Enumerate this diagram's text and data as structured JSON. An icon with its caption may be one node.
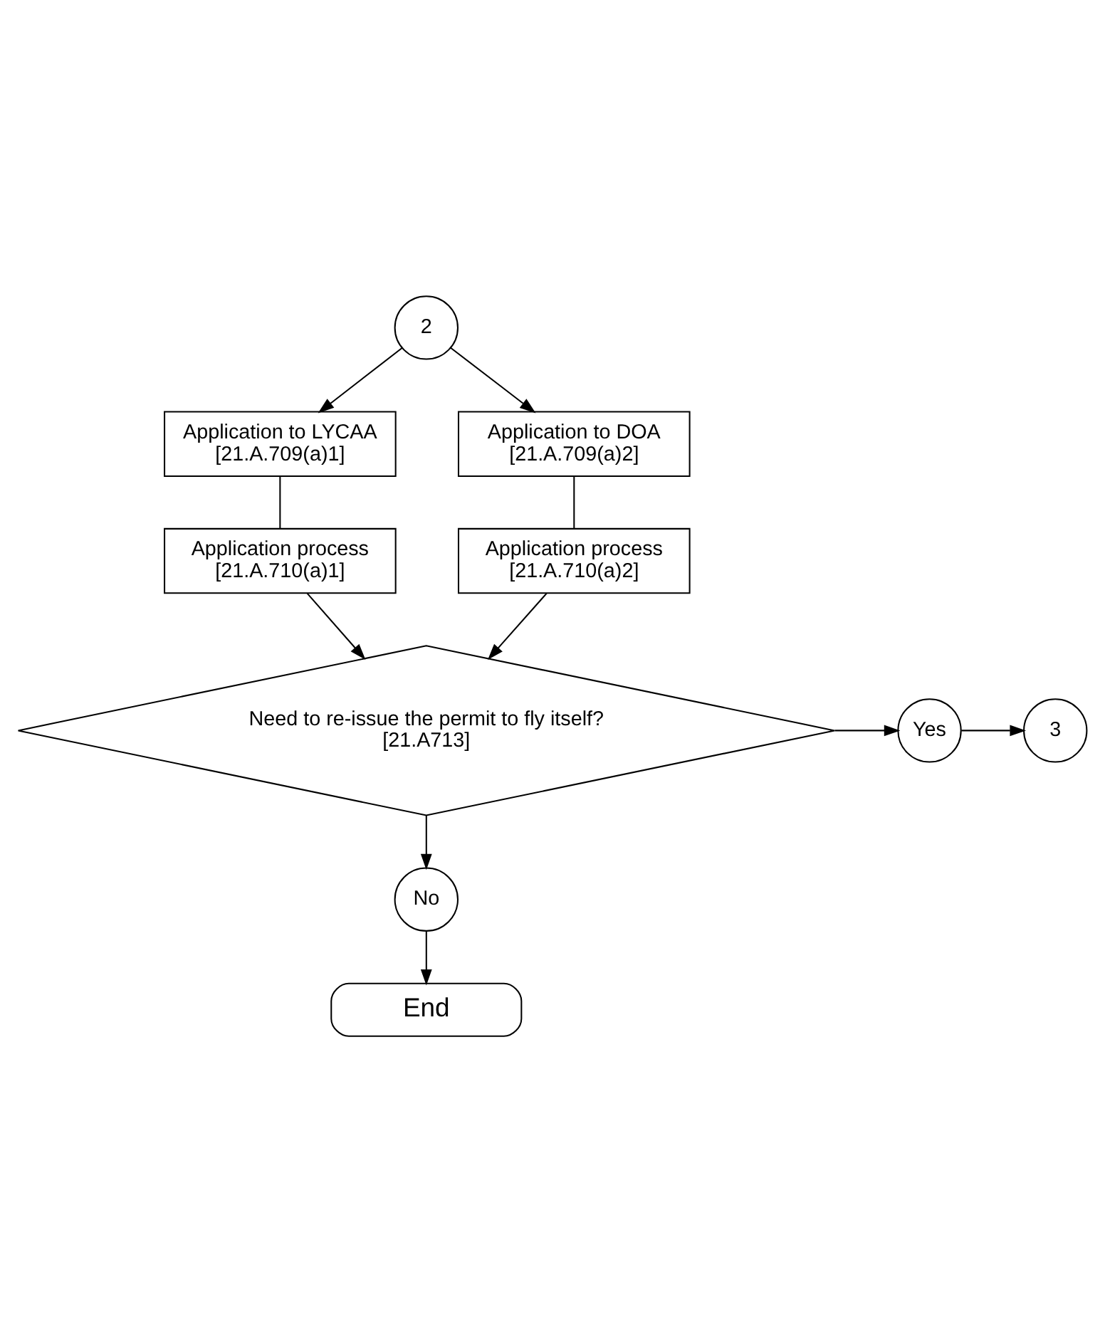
{
  "diagram": {
    "nodes": [
      {
        "text": [
          "2"
        ]
      },
      {
        "text": [
          "Application to LYCAA",
          "[21.A.709(a)1]"
        ]
      },
      {
        "text": [
          "Application to DOA",
          "[21.A.709(a)2]"
        ]
      },
      {
        "text": [
          "Application process",
          "[21.A.710(a)1]"
        ]
      },
      {
        "text": [
          "Application process",
          "[21.A.710(a)2]"
        ]
      },
      {
        "text": [
          "Need to re-issue the permit to fly itself?",
          "[21.A713]"
        ]
      },
      {
        "text": [
          "Yes"
        ]
      },
      {
        "text": [
          "3"
        ]
      },
      {
        "text": [
          "No"
        ]
      },
      {
        "text": [
          "End"
        ]
      }
    ],
    "edges": [
      {
        "from": 0,
        "to": 1,
        "arrow": "to"
      },
      {
        "from": 0,
        "to": 2,
        "arrow": "to"
      },
      {
        "from": 1,
        "to": 3,
        "arrow": "none"
      },
      {
        "from": 2,
        "to": 4,
        "arrow": "none"
      },
      {
        "from": 3,
        "to": 5,
        "arrow": "to"
      },
      {
        "from": 4,
        "to": 5,
        "arrow": "to"
      },
      {
        "from": 5,
        "to": 6,
        "arrow": "to"
      },
      {
        "from": 6,
        "to": 7,
        "arrow": "to"
      },
      {
        "from": 5,
        "to": 8,
        "arrow": "to"
      },
      {
        "from": 8,
        "to": 9,
        "arrow": "to"
      }
    ]
  }
}
